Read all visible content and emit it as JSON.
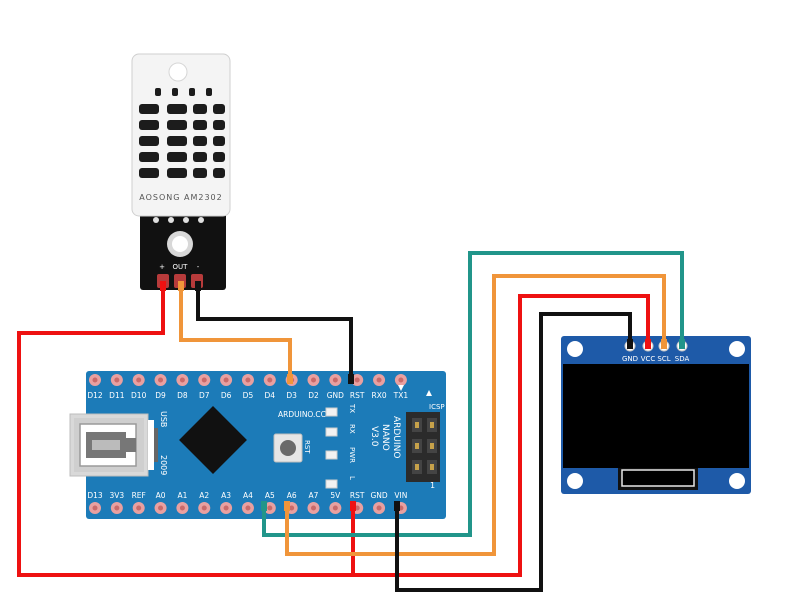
{
  "sensor": {
    "brand_text": "AOSONG AM2302",
    "pin_plus": "+",
    "pin_out": "OUT",
    "pin_minus": "-"
  },
  "arduino": {
    "top_pins": [
      "D12",
      "D11",
      "D10",
      "D9",
      "D8",
      "D7",
      "D6",
      "D5",
      "D4",
      "D3",
      "D2",
      "GND",
      "RST",
      "RX0",
      "TX1"
    ],
    "bottom_pins": [
      "D13",
      "3V3",
      "REF",
      "A0",
      "A1",
      "A2",
      "A3",
      "A4",
      "A5",
      "A6",
      "A7",
      "5V",
      "RST",
      "GND",
      "VIN"
    ],
    "usb_label": "USB",
    "year_label": "2009",
    "brand_label": "ARDUINO.CC",
    "rst_label": "RST",
    "led_labels": [
      "TX",
      "RX",
      "PWR",
      "L"
    ],
    "name_lines": [
      "ARDUINO",
      "NANO",
      "V3.0"
    ],
    "icsp_label": "ICSP",
    "icsp_pin1": "1"
  },
  "oled": {
    "pins": [
      "GND",
      "VCC",
      "SCL",
      "SDA"
    ]
  },
  "colors": {
    "wire_red": "#ee1111",
    "wire_orange": "#f0953a",
    "wire_black": "#111111",
    "wire_teal": "#21958a",
    "board_blue": "#1c7bb8",
    "oled_blue": "#1e5aa8",
    "pin_pink": "#e9a0a0"
  }
}
